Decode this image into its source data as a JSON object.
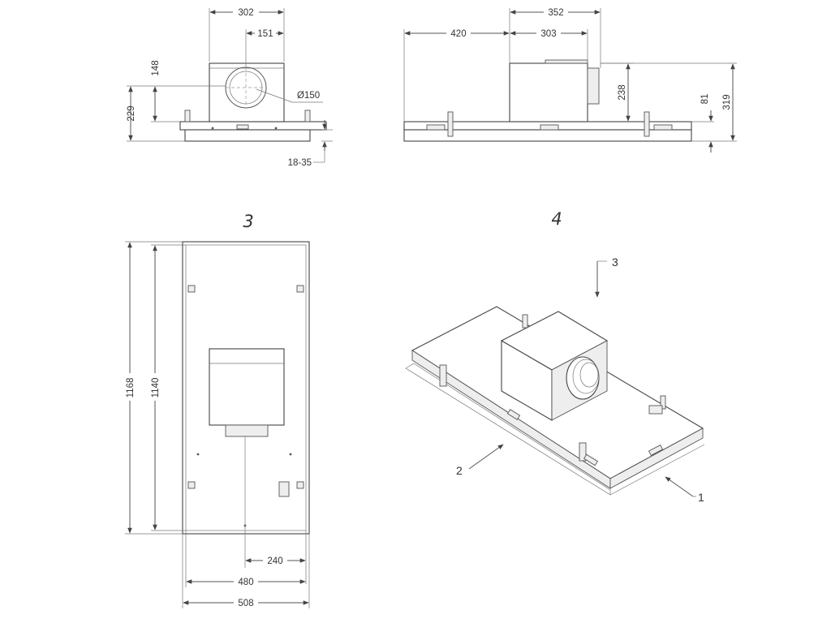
{
  "views": {
    "front": {
      "width": "302",
      "half_width": "151",
      "height_box": "148",
      "height_total": "229",
      "duct": "Ø150",
      "gap": "18-35"
    },
    "side": {
      "box_length": "352",
      "box_offset": "420",
      "box_inner": "303",
      "box_height": "238",
      "panel_height": "81",
      "total_height": "319"
    },
    "bottom": {
      "label": "3",
      "length_outer": "1168",
      "length_inner": "1140",
      "half_width": "240",
      "width_inner": "480",
      "width_outer": "508"
    },
    "iso": {
      "label": "4",
      "callouts": [
        "3",
        "2",
        "1"
      ]
    }
  }
}
